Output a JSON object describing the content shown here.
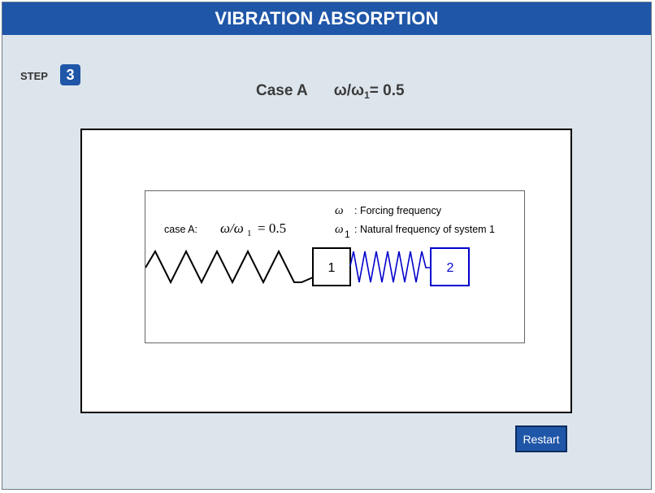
{
  "header": {
    "title": "VIBRATION ABSORPTION"
  },
  "step": {
    "label": "STEP",
    "number": "3"
  },
  "case": {
    "name": "Case A",
    "ratio_symbol": "ω/ω",
    "ratio_subscript": "1",
    "ratio_value": "= 0.5"
  },
  "figure": {
    "case_label": "case A:",
    "ratio_text": "ω/ω",
    "ratio_sub": "1",
    "ratio_value": "= 0.5",
    "legend": [
      {
        "symbol": "ω",
        "sub": "",
        "text": ": Forcing frequency"
      },
      {
        "symbol": "ω",
        "sub": "1",
        "text": ": Natural frequency of system 1"
      }
    ],
    "mass1_label": "1",
    "mass2_label": "2",
    "colors": {
      "system1": "#000000",
      "system2": "#0000cc"
    }
  },
  "controls": {
    "restart_label": "Restart"
  }
}
